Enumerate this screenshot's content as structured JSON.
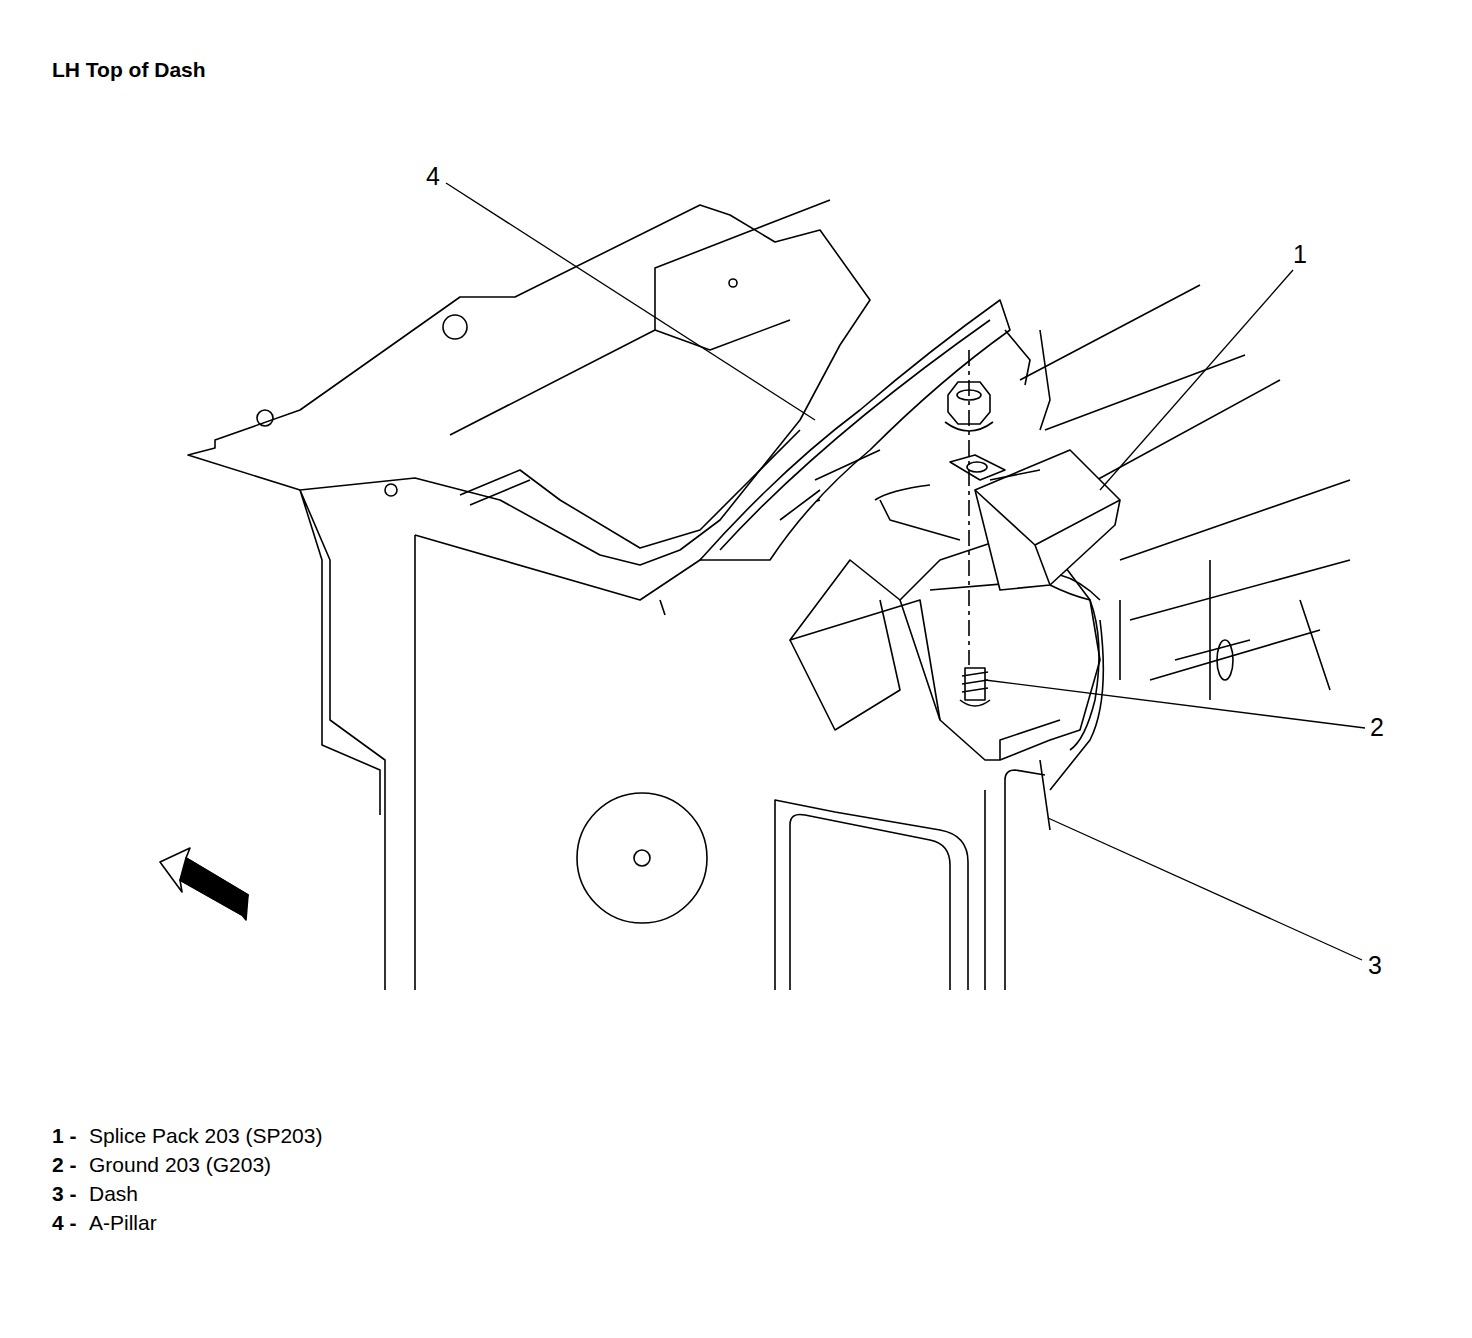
{
  "diagram": {
    "title": "LH Top of Dash",
    "labels": [
      "4",
      "1",
      "2",
      "3",
      "1 -",
      "Splice Pack 203 (SP203)",
      "2 -",
      "Ground 203 (G203)",
      "3 -",
      "Dash",
      "4 -",
      "A-Pillar"
    ]
  }
}
